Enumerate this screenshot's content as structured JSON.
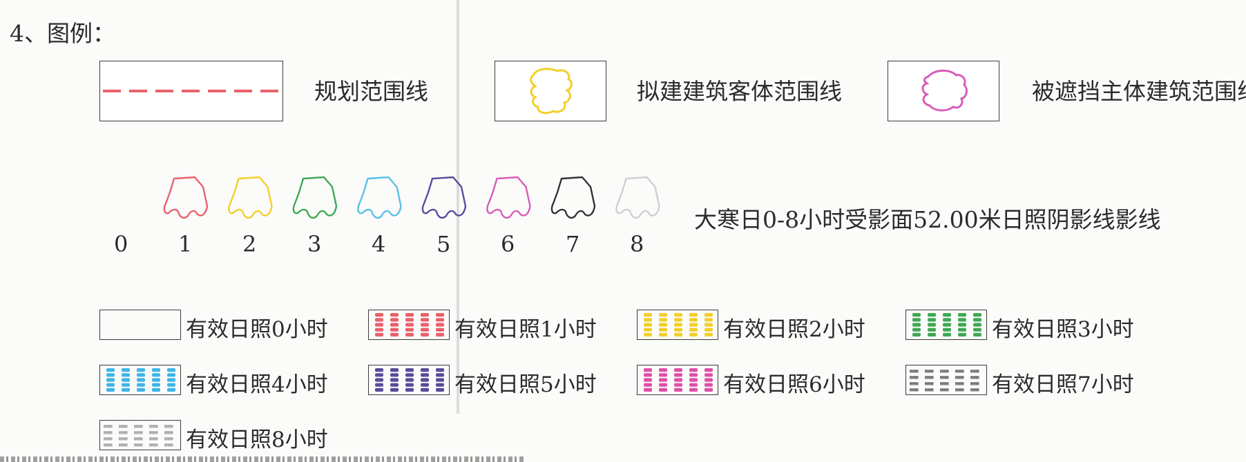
{
  "heading": "4、图例：",
  "boundary_legend": [
    {
      "label": "规划范围线",
      "color": "#e8616a",
      "icon": "dashed-line"
    },
    {
      "label": "拟建建筑客体范围线",
      "color": "#f2cf2a",
      "icon": "yellow-building-outline"
    },
    {
      "label": "被遮挡主体建筑范围线",
      "color": "#d85bb8",
      "icon": "magenta-building-outline"
    }
  ],
  "shadow_legend": {
    "hours": [
      "0",
      "1",
      "2",
      "3",
      "4",
      "5",
      "6",
      "7",
      "8"
    ],
    "outline_colors": [
      "#e8616a",
      "#f2cf2a",
      "#3fa855",
      "#58c0e6",
      "#5a4a9a",
      "#d85bb8",
      "#333333",
      "#cfcfcf"
    ],
    "label": "大寒日0-8小时受影面52.00米日照阴影线影线"
  },
  "sunlight_legend": [
    {
      "label": "有效日照0小时",
      "color": "#ffffff",
      "pattern": "blank"
    },
    {
      "label": "有效日照1小时",
      "color": "#e8616a",
      "pattern": "dots"
    },
    {
      "label": "有效日照2小时",
      "color": "#f2cf2a",
      "pattern": "dots"
    },
    {
      "label": "有效日照3小时",
      "color": "#3fa855",
      "pattern": "dots"
    },
    {
      "label": "有效日照4小时",
      "color": "#3eb5e8",
      "pattern": "dots"
    },
    {
      "label": "有效日照5小时",
      "color": "#5a4a9a",
      "pattern": "dots"
    },
    {
      "label": "有效日照6小时",
      "color": "#df4fa6",
      "pattern": "dots"
    },
    {
      "label": "有效日照7小时",
      "color": "#555555",
      "pattern": "text"
    },
    {
      "label": "有效日照8小时",
      "color": "#9a9a9a",
      "pattern": "text"
    }
  ]
}
